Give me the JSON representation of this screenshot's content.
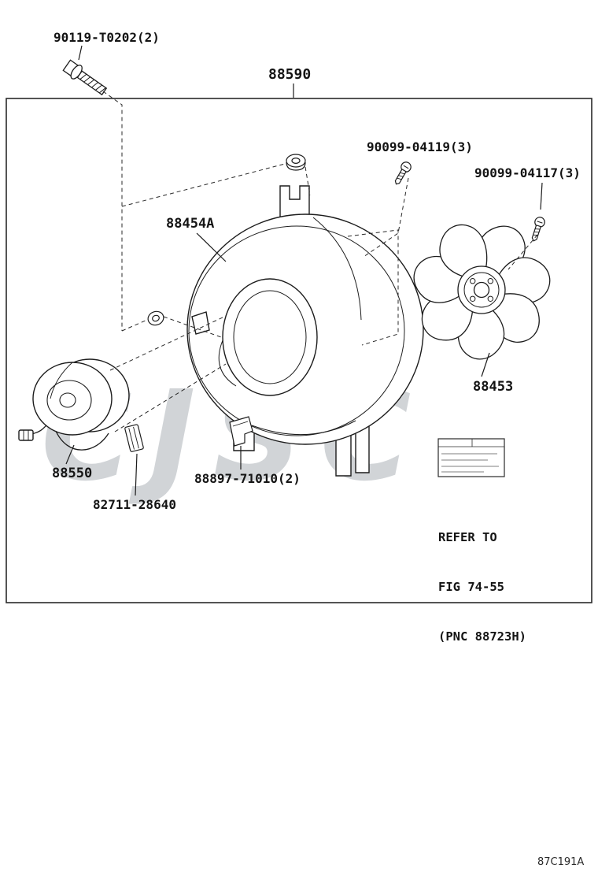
{
  "figure": {
    "code": "87C191A",
    "watermark": "CJSC"
  },
  "parts": {
    "bolt": "90119-T0202(2)",
    "fan_assembly": "88590",
    "screw_short": "90099-04119(3)",
    "screw_long": "90099-04117(3)",
    "fan_shroud": "88454A",
    "fan_blade": "88453",
    "fan_motor": "88550",
    "clamp": "88897-71010(2)",
    "clip": "82711-28640"
  },
  "note": {
    "line1": "REFER TO",
    "line2": "FIG 74-55",
    "line3": "(PNC 88723H)"
  },
  "colors": {
    "line": "#1c1c1c",
    "watermark": "#c9cdd1"
  }
}
